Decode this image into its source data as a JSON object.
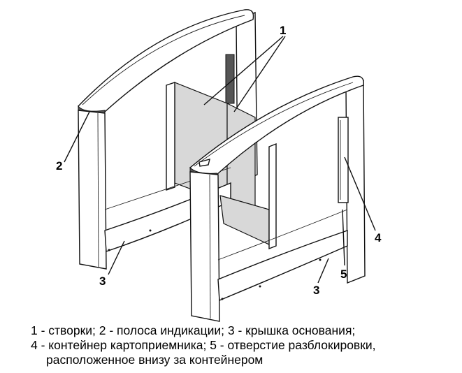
{
  "callouts": [
    {
      "id": "1",
      "label": "1"
    },
    {
      "id": "2",
      "label": "2"
    },
    {
      "id": "3a",
      "label": "3"
    },
    {
      "id": "3b",
      "label": "3"
    },
    {
      "id": "4",
      "label": "4"
    },
    {
      "id": "5",
      "label": "5"
    }
  ],
  "caption": {
    "line1": "1 - створки; 2 - полоса индикации; 3 - крышка основания;",
    "line2": "4 - контейнер картоприемника; 5 - отверстие разблокировки,",
    "line3": "расположенное внизу за контейнером"
  }
}
